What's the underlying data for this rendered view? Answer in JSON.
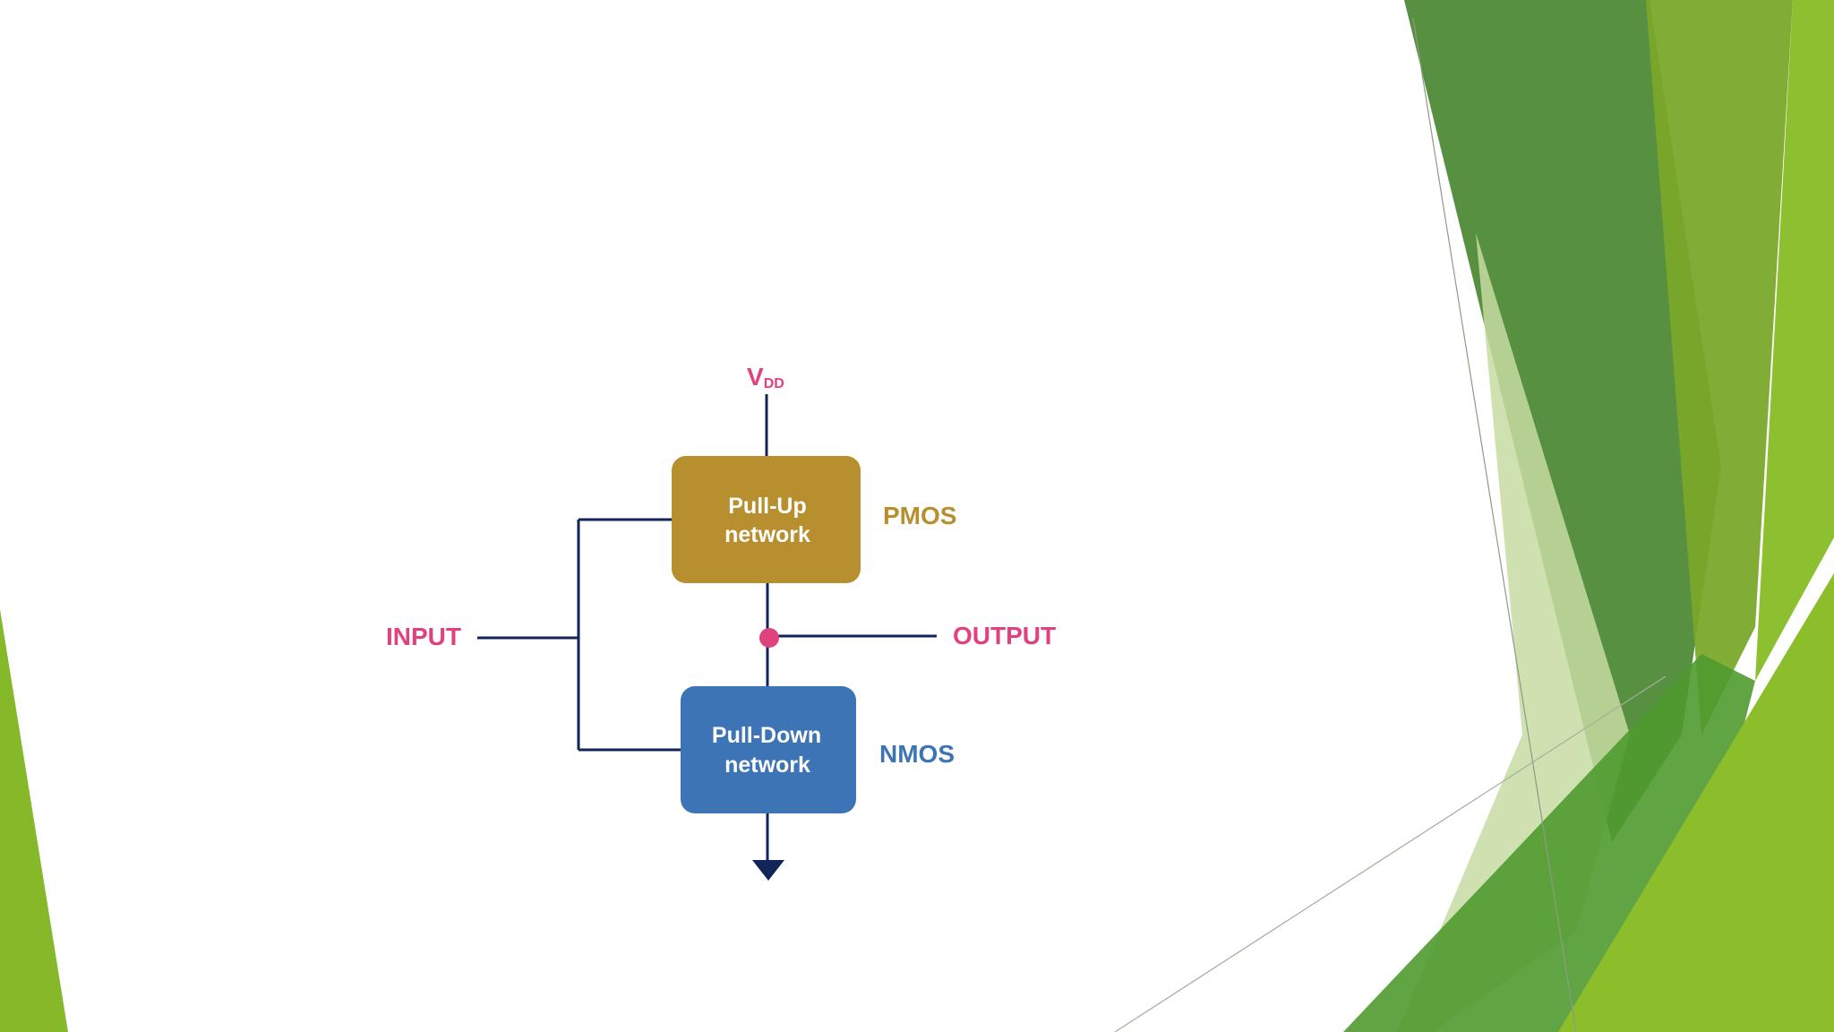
{
  "diagram": {
    "vdd_label": {
      "main": "V",
      "subscript": "DD"
    },
    "pull_up": {
      "line1": "Pull-Up",
      "line2": "network"
    },
    "pull_down": {
      "line1": "Pull-Down",
      "line2": "network"
    },
    "pmos_label": "PMOS",
    "nmos_label": "NMOS",
    "input_label": "INPUT",
    "output_label": "OUTPUT"
  },
  "colors": {
    "wire": "#12255a",
    "pull_up_fill": "#b78f2f",
    "pull_down_fill": "#3c74b6",
    "pmos_text": "#b78f2f",
    "nmos_text": "#3c74b6",
    "pin_text": "#e0417f",
    "node_dot": "#e0417f",
    "decor_dark_green": "#4f8a37",
    "decor_light_green": "#86b92a",
    "decor_pale_green": "#c7dca3"
  }
}
